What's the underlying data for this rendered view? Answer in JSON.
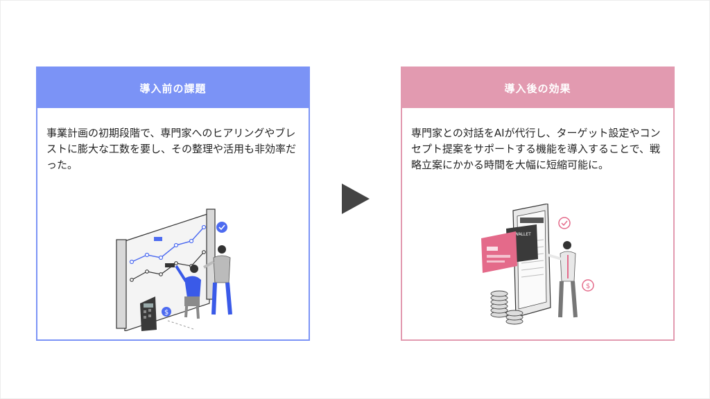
{
  "before": {
    "title": "導入前の課題",
    "text": "事業計画の初期段階で、専門家へのヒアリングやブレストに膨大な工数を要し、その整理や活用も非効率だった。",
    "accent": "#7b93f6"
  },
  "after": {
    "title": "導入後の効果",
    "text": "専門家との対話をAIが代行し、ターゲット設定やコンセプト提案をサポートする機能を導入することで、戦略立案にかかる時間を大幅に短縮可能に。",
    "accent": "#e29ab0",
    "wallet_label": "WALLET"
  },
  "icons": {
    "arrow": "play-arrow-icon",
    "before_illustration": "business-meeting-chart-illustration",
    "after_illustration": "mobile-wallet-payment-illustration"
  }
}
